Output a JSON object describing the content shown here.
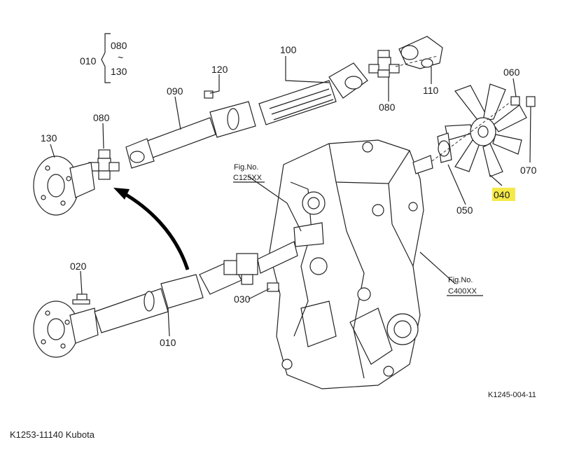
{
  "labels": {
    "range_prefix": "010",
    "range_start": "080",
    "range_tilde": "~",
    "range_end": "130",
    "p100": "100",
    "p120": "120",
    "p090": "090",
    "p080_top": "080",
    "p110": "110",
    "p060": "060",
    "p130": "130",
    "p080_mid": "080",
    "fig_c125_title": "Fig.No.",
    "fig_c125": "C125XX",
    "p040": "040",
    "p050": "050",
    "p070": "070",
    "p020": "020",
    "p030": "030",
    "p010": "010",
    "fig_c400_title": "Fig.No.",
    "fig_c400": "C400XX",
    "ref_code": "K1245-004-11"
  },
  "highlight_color": "#f5e94a",
  "caption": "K1253-11140 Kubota"
}
